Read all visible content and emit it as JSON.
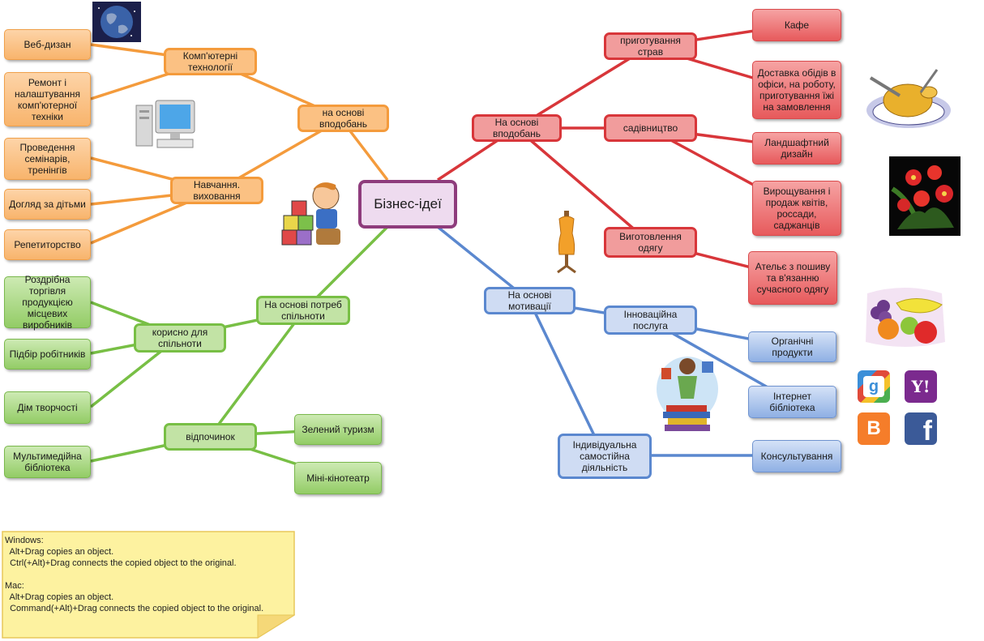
{
  "center": "Бізнес-ідеї",
  "branches": {
    "interests_orange": {
      "title": "на основі\nвподобань",
      "computer": {
        "title": "Комп'ютерні\nтехнології",
        "items": [
          "Веб-дизан",
          "Ремонт і\nналаштування\nкомп'ютерної\nтехніки"
        ]
      },
      "education": {
        "title": "Навчання.\nвиховання",
        "items": [
          "Проведення\nсемінарів,\nтренінгів",
          "Догляд за дітьми",
          "Репетиторство"
        ]
      }
    },
    "interests_red": {
      "title": "На основі\nвподобань",
      "cooking": {
        "title": "приготування\nстрав",
        "items": [
          "Кафе",
          "Доставка обідів в\nофіси, на роботу,\nприготування їжі\nна замовлення"
        ]
      },
      "gardening": {
        "title": "садівництво",
        "items": [
          "Ландшафтний\nдизайн",
          "Вирощування і\nпродаж квітів,\nроссади,\nсаджанців"
        ]
      },
      "clothing": {
        "title": "Виготовлення\nодягу",
        "items": [
          "Ательє з пошиву\nта в'язанню\nсучасного одягу"
        ]
      }
    },
    "community_green": {
      "title": "На основі потреб\nспільноти",
      "useful": {
        "title": "корисно для\nспільноти",
        "items": [
          "Роздрібна торгівля\nпродукцією\nмісцевих\nвиробників",
          "Підбір робітників",
          "Дім творчості",
          "Мультимедійна\nбібліотека"
        ]
      },
      "leisure": {
        "title": "відпочинок",
        "items": [
          "Зелений туризм",
          "Міні-кінотеатр"
        ]
      }
    },
    "motivation_blue": {
      "title": "На основі\nмотивації",
      "innovation": {
        "title": "Інноваційна\nпослуга",
        "items": [
          "Органічні продукти",
          "Інтернет\nбібліотека"
        ]
      },
      "individual": {
        "title": "Індивідуальна\nсамостійна\nдіяльність",
        "items": [
          "Консультування"
        ]
      }
    }
  },
  "clipart": [
    "globe-icon",
    "computer-icon",
    "child-blocks-icon",
    "mannequin-icon",
    "roast-turkey-icon",
    "flowers-icon",
    "fruit-icon",
    "reading-woman-icon",
    "google-icon",
    "yahoo-icon",
    "blogger-icon",
    "facebook-icon"
  ],
  "logo_letters": {
    "google": "g",
    "yahoo": "Y!",
    "blogger": "B",
    "facebook": "f"
  },
  "note": "Windows:\n  Alt+Drag copies an object.\n  Ctrl(+Alt)+Drag connects the copied object to the original.\n\nMac:\n  Alt+Drag copies an object.\n  Command(+Alt)+Drag connects the copied object to the original.",
  "colors": {
    "orange": "#f49b3c",
    "red": "#d8363a",
    "green": "#78bf45",
    "blue": "#5b88cf",
    "center": "#8e3c7c",
    "note": "#fdf2a0"
  }
}
